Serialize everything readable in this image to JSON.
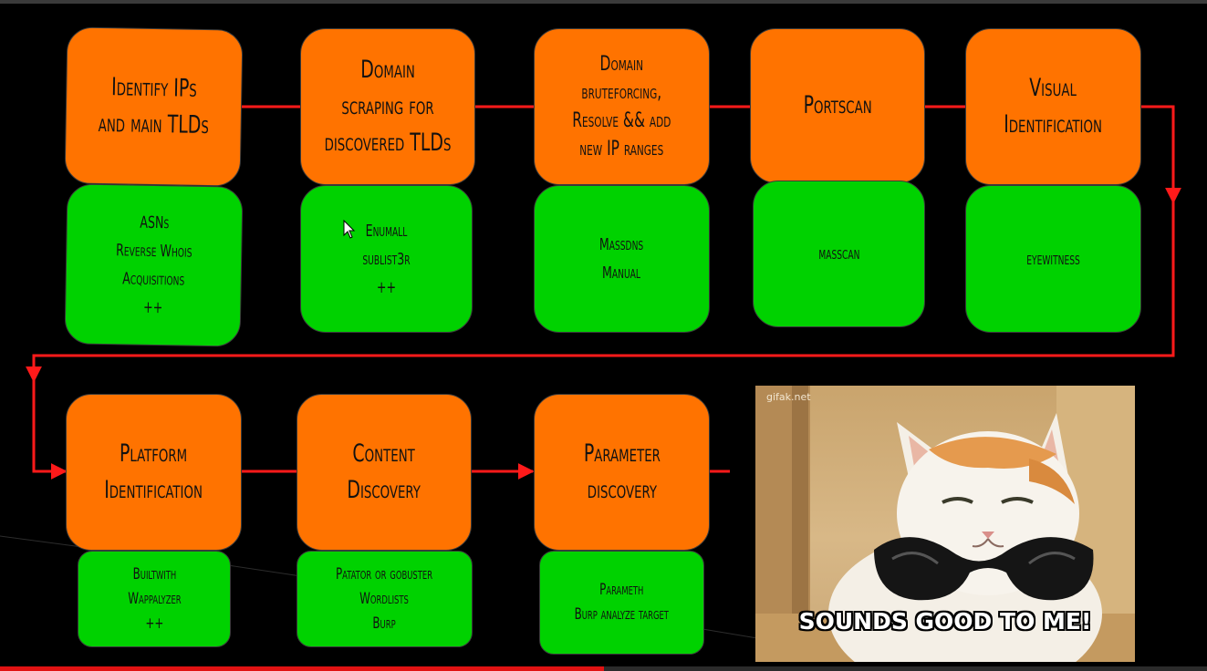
{
  "boxes": {
    "identify_ips": "Identify IPs\nand main TLDs",
    "domain_scraping": "Domain\nscraping for\ndiscovered TLDs",
    "domain_bruteforcing": "Domain\nbruteforcing,\nResolve && add\nnew IP ranges",
    "portscan": "Portscan",
    "visual_identification": "Visual\nIdentification",
    "platform_identification": "Platform\nIdentification",
    "content_discovery": "Content\nDiscovery",
    "parameter_discovery": "Parameter\ndiscovery"
  },
  "tools": {
    "identify_ips": "ASNs\nReverse Whois\nAcquisitions\n++",
    "domain_scraping": "Enumall\nsublist3r\n++",
    "domain_bruteforcing": "Massdns\nManual",
    "portscan": "masscan",
    "visual_identification": "eyewitness",
    "platform_identification": "Builtwith\nWappalyzer\n++",
    "content_discovery": "Patator or gobuster\nWordlists\nBurp",
    "parameter_discovery": "Parameth\nBurp analyze target"
  },
  "meme": {
    "watermark": "gifak.net",
    "caption": "SOUNDS GOOD TO ME!"
  },
  "colors": {
    "stage": "#ff7300",
    "tool": "#00d200",
    "connector": "#ff1a1a",
    "progress": "#e01212"
  },
  "icons": [
    "mouse-cursor-icon",
    "arrow-head-icon"
  ],
  "video_progress_fraction": 0.5
}
